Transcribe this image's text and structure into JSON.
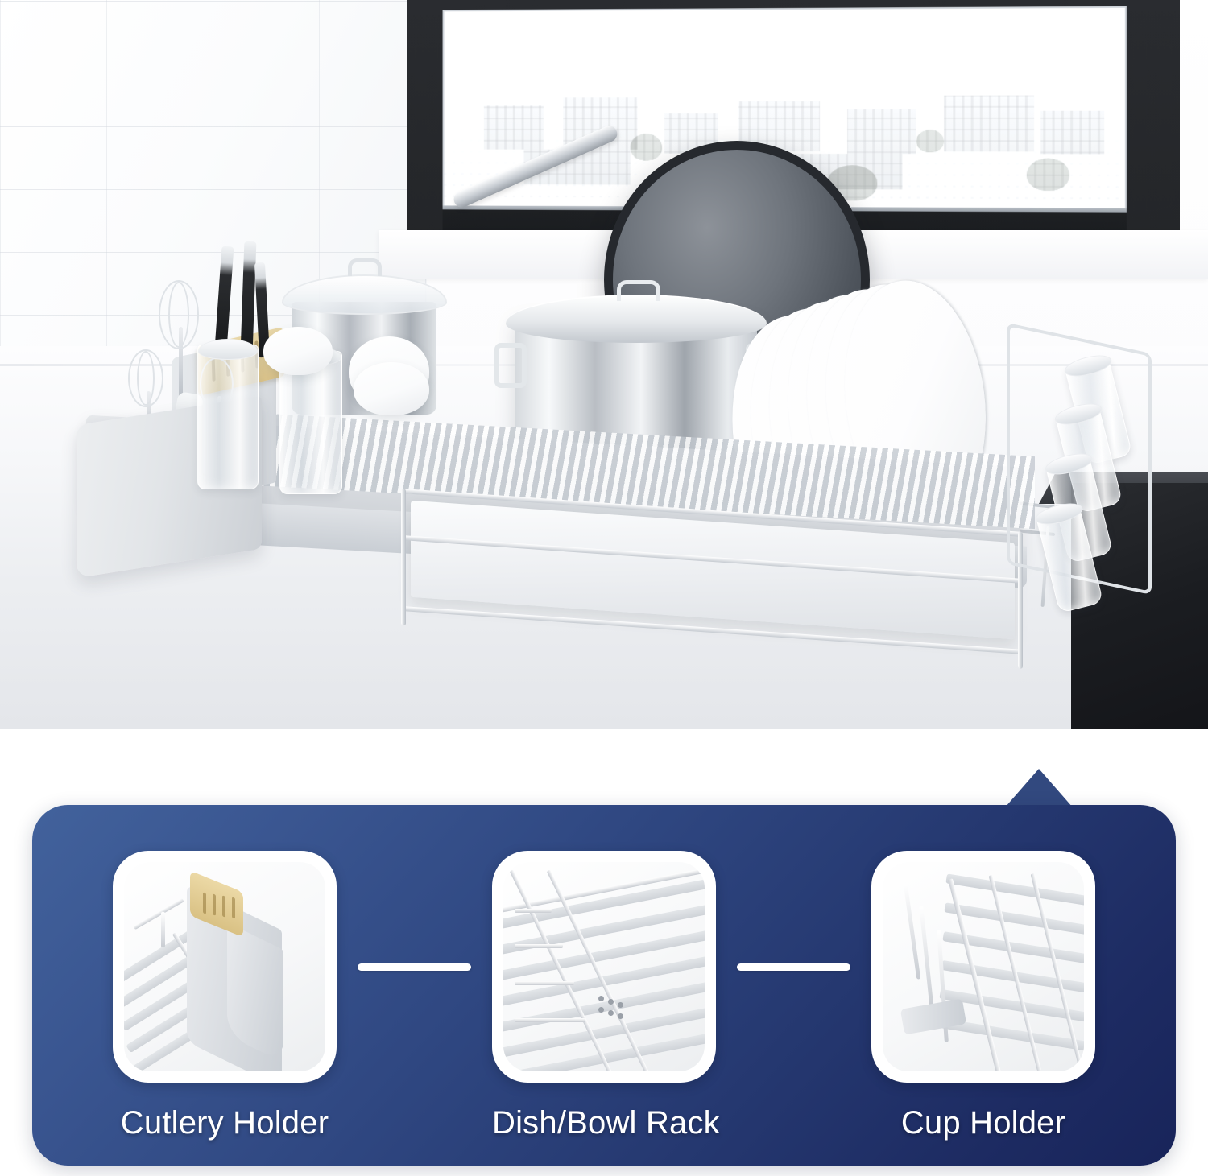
{
  "product_photo": {
    "alt": "Expandable stainless steel dish drying rack on a white kitchen counter in front of a window",
    "scene_items": [
      "cutlery-holder-with-bamboo-knife-block",
      "whisks",
      "knives",
      "spoons-and-forks",
      "stainless-steel-saucepan-with-glass-lid",
      "stainless-steel-stock-pot-with-lid",
      "dark-nonstick-frying-pan",
      "stacked-white-plates",
      "glass-tumblers",
      "white-bowls",
      "four-upside-down-glasses-on-cup-holder",
      "grey-drain-tray",
      "chrome-wire-rack",
      "window-with-city-view",
      "dark-countertop"
    ]
  },
  "feature_panel": {
    "accent_color": "#32497f",
    "gradient_start": "#42629c",
    "gradient_end": "#18245a",
    "label_color": "#ffffff",
    "items": [
      {
        "label": "Cutlery Holder",
        "thumb_name": "cutlery-holder-thumbnail"
      },
      {
        "label": "Dish/Bowl Rack",
        "thumb_name": "dish-bowl-rack-thumbnail"
      },
      {
        "label": "Cup Holder",
        "thumb_name": "cup-holder-thumbnail"
      }
    ]
  }
}
